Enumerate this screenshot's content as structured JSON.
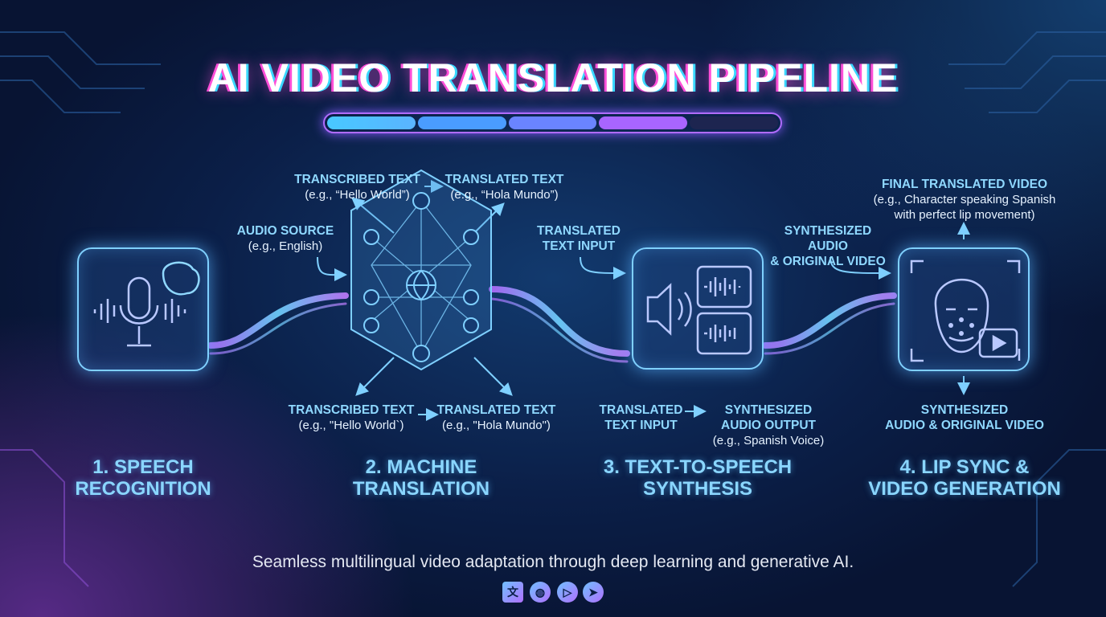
{
  "title": "AI VIDEO TRANSLATION PIPELINE",
  "progress": {
    "segments": 5,
    "filled": 4,
    "fraction": 0.8
  },
  "stages": [
    {
      "title_line1": "1. SPEECH",
      "title_line2": "RECOGNITION",
      "icon": "microphone-brain-icon"
    },
    {
      "title_line1": "2. MACHINE",
      "title_line2": "TRANSLATION",
      "icon": "neural-network-globe-icon"
    },
    {
      "title_line1": "3. TEXT-TO-SPEECH",
      "title_line2": "SYNTHESIS",
      "icon": "speaker-waveform-icon"
    },
    {
      "title_line1": "4. LIP SYNC &",
      "title_line2": "VIDEO GENERATION",
      "icon": "face-mesh-video-icon"
    }
  ],
  "labels": {
    "audio_source": {
      "title": "AUDIO SOURCE",
      "sub": "(e.g., English)"
    },
    "top_transcribed": {
      "title": "TRANSCRIBED TEXT",
      "sub": "(e.g., “Hello World”)"
    },
    "top_translated": {
      "title": "TRANSLATED TEXT",
      "sub": "(e.g., “Hola Mundo”)"
    },
    "bottom_transcribed": {
      "title": "TRANSCRIBED TEXT",
      "sub": "(e.g., \"Hello World`)"
    },
    "bottom_translated": {
      "title": "TRANSLATED TEXT",
      "sub": "(e.g., \"Hola Mundo\")"
    },
    "translated_input_top": {
      "line1": "TRANSLATED",
      "line2": "TEXT INPUT"
    },
    "translated_input_bottom": {
      "line1": "TRANSLATED",
      "line2": "TEXT INPUT"
    },
    "synth_output": {
      "line1": "SYNTHESIZED",
      "line2": "AUDIO OUTPUT",
      "sub": "(e.g., Spanish Voice)"
    },
    "synth_audio_video_top": {
      "line1": "SYNTHESIZED AUDIO",
      "line2": "& ORIGINAL VIDEO"
    },
    "final_video": {
      "title": "FINAL TRANSLATED VIDEO",
      "sub1": "(e.g., Character speaking Spanish",
      "sub2": "with perfect lip movement)"
    },
    "synth_audio_video_bottom": {
      "line1": "SYNTHESIZED",
      "line2": "AUDIO & ORIGINAL VIDEO"
    }
  },
  "caption": "Seamless multilingual video adaptation through deep learning and generative AI.",
  "footer_icons": [
    "translate-icon",
    "globe-icon",
    "play-store-icon",
    "telegram-icon"
  ],
  "colors": {
    "accent_cyan": "#7fd0ff",
    "accent_purple": "#b06cff",
    "background": "#0b1f48"
  }
}
